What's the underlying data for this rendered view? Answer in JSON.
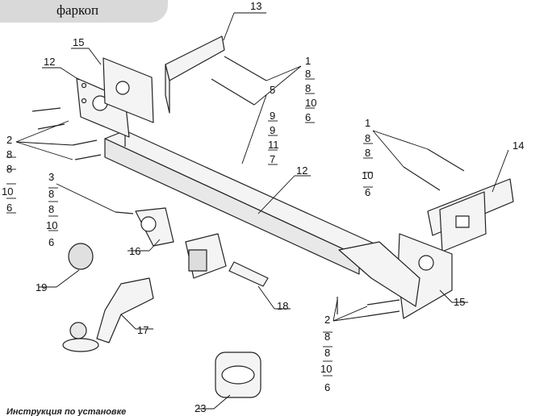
{
  "header": {
    "title": "фаркоп"
  },
  "callouts": {
    "c13": "13",
    "c15a": "15",
    "c12a": "12",
    "c12b": "12",
    "c1a": "1",
    "c8a": "8",
    "c8b": "8",
    "c10a": "10",
    "c6a": "6",
    "c5": "5",
    "c9a": "9",
    "c9b": "9",
    "c11": "11",
    "c7": "7",
    "c2a": "2",
    "c8c": "8",
    "c8d": "8",
    "c10b": "10",
    "c6b": "6",
    "c3": "3",
    "c8e": "8",
    "c8f": "8",
    "c10c": "10",
    "c6c": "6",
    "c1b": "1",
    "c8g": "8",
    "c8h": "8",
    "c10d": "10",
    "c6d": "6",
    "c14": "14",
    "c16": "16",
    "c19": "19",
    "c17": "17",
    "c18": "18",
    "c15b": "15",
    "c2b": "2",
    "c8i": "8",
    "c8j": "8",
    "c10e": "10",
    "c6e": "6",
    "c23": "23"
  },
  "footer": {
    "text": "Инструкция по установке"
  }
}
